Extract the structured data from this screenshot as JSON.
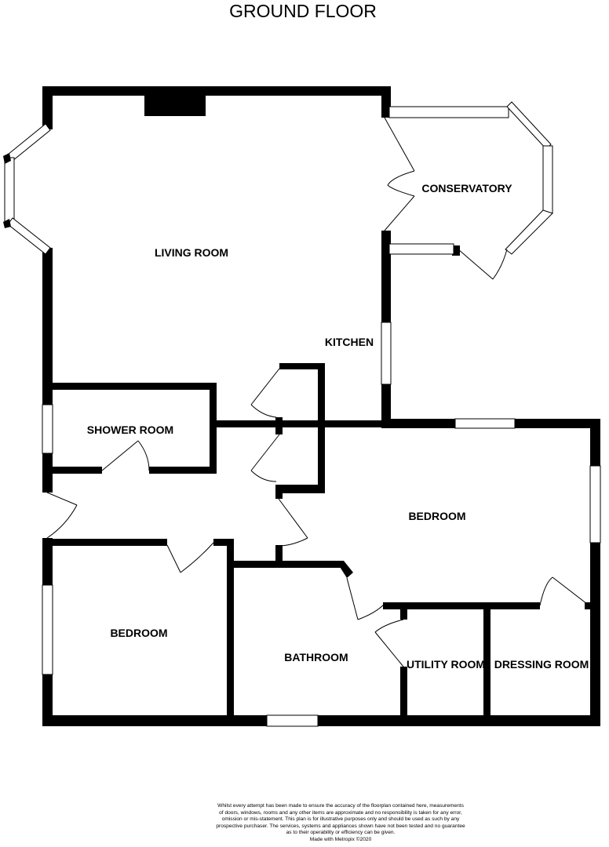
{
  "title": "GROUND FLOOR",
  "rooms": {
    "living_room": "LIVING ROOM",
    "conservatory": "CONSERVATORY",
    "kitchen": "KITCHEN",
    "shower_room": "SHOWER ROOM",
    "bedroom_1": "BEDROOM",
    "bedroom_2": "BEDROOM",
    "bathroom": "BATHROOM",
    "utility_room": "UTILITY ROOM",
    "dressing_room": "DRESSING ROOM"
  },
  "disclaimer": {
    "line1": "Whilst every attempt has been made to ensure the accuracy of the floorplan contained here, measurements",
    "line2": "of doors, windows, rooms and any other items are approximate and no responsibility is taken for any error,",
    "line3": "omission or mis-statement. This plan is for illustrative purposes only and should be used as such by any",
    "line4": "prospective purchaser. The services, systems and appliances shown have not been tested and no guarantee",
    "line5": "as to their operability or efficiency can be given.",
    "credit": "Made with Metropix ©2020"
  },
  "colors": {
    "wall": "#000000",
    "window_fill": "#ffffff",
    "background": "#ffffff"
  }
}
